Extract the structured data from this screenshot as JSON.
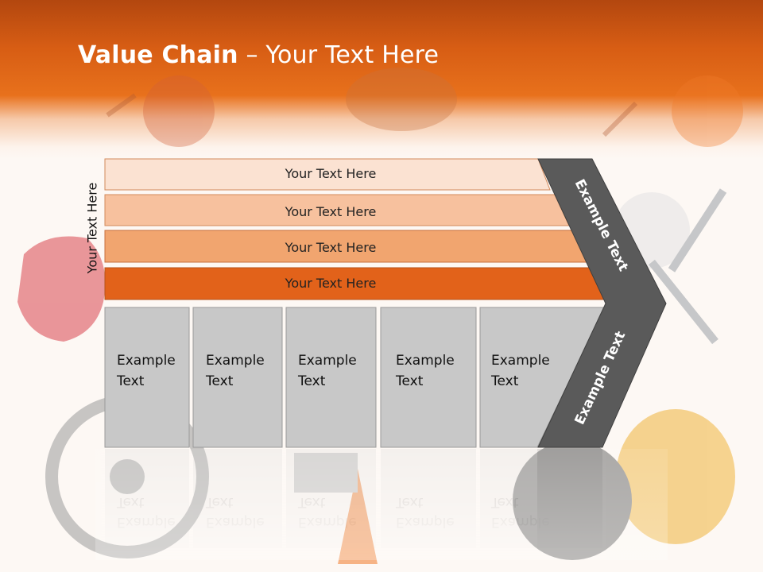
{
  "slide": {
    "title_bold": "Value Chain",
    "title_sep": " – ",
    "title_rest": "Your Text Here",
    "side_label": "Your Text Here"
  },
  "bands": [
    {
      "label": "Your Text Here",
      "color": "#fbe2d2"
    },
    {
      "label": "Your Text Here",
      "color": "#f7c19e"
    },
    {
      "label": "Your Text Here",
      "color": "#f1a56f"
    },
    {
      "label": "Your Text Here",
      "color": "#e2621a"
    }
  ],
  "boxes": [
    {
      "line1": "Example",
      "line2": "Text"
    },
    {
      "line1": "Example",
      "line2": "Text"
    },
    {
      "line1": "Example",
      "line2": "Text"
    },
    {
      "line1": "Example",
      "line2": "Text"
    },
    {
      "line1": "Example",
      "line2": "Text"
    }
  ],
  "chevron": {
    "upper_label": "Example Text",
    "lower_label": "Example Text",
    "color": "#5a5a5a"
  },
  "colors": {
    "accent": "#e2621a",
    "box_fill": "#c8c8c8"
  }
}
